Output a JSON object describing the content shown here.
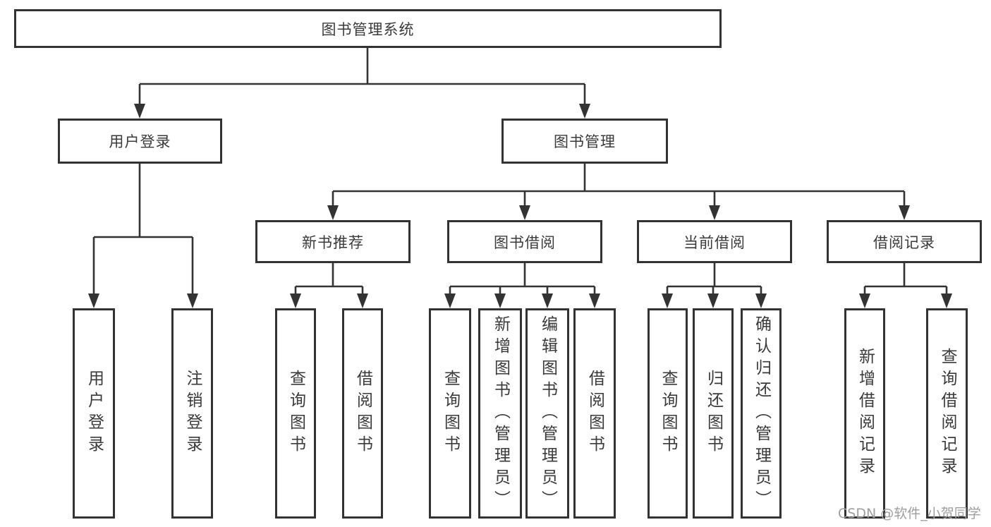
{
  "diagram": {
    "root": {
      "label": "图书管理系统"
    },
    "level1": [
      {
        "label": "用户登录"
      },
      {
        "label": "图书管理"
      }
    ],
    "level2": [
      {
        "label": "新书推荐"
      },
      {
        "label": "图书借阅"
      },
      {
        "label": "当前借阅"
      },
      {
        "label": "借阅记录"
      }
    ],
    "leaves": {
      "user_login": [
        {
          "label": "用户登录"
        },
        {
          "label": "注销登录"
        }
      ],
      "new_book_recommend": [
        {
          "label": "查询图书"
        },
        {
          "label": "借阅图书"
        }
      ],
      "book_borrow": [
        {
          "label": "查询图书"
        },
        {
          "label": "新增图书（管理员）"
        },
        {
          "label": "编辑图书（管理员）"
        },
        {
          "label": "借阅图书"
        }
      ],
      "current_borrow": [
        {
          "label": "查询图书"
        },
        {
          "label": "归还图书"
        },
        {
          "label": "确认归还（管理员）"
        }
      ],
      "borrow_record": [
        {
          "label": "新增借阅记录"
        },
        {
          "label": "查询借阅记录"
        }
      ]
    },
    "watermark": "CSDN @软件_小贺同学",
    "colors": {
      "line": "#333333",
      "text": "#3a3a3a",
      "watermark": "#9e9e9e",
      "background": "#ffffff"
    }
  }
}
